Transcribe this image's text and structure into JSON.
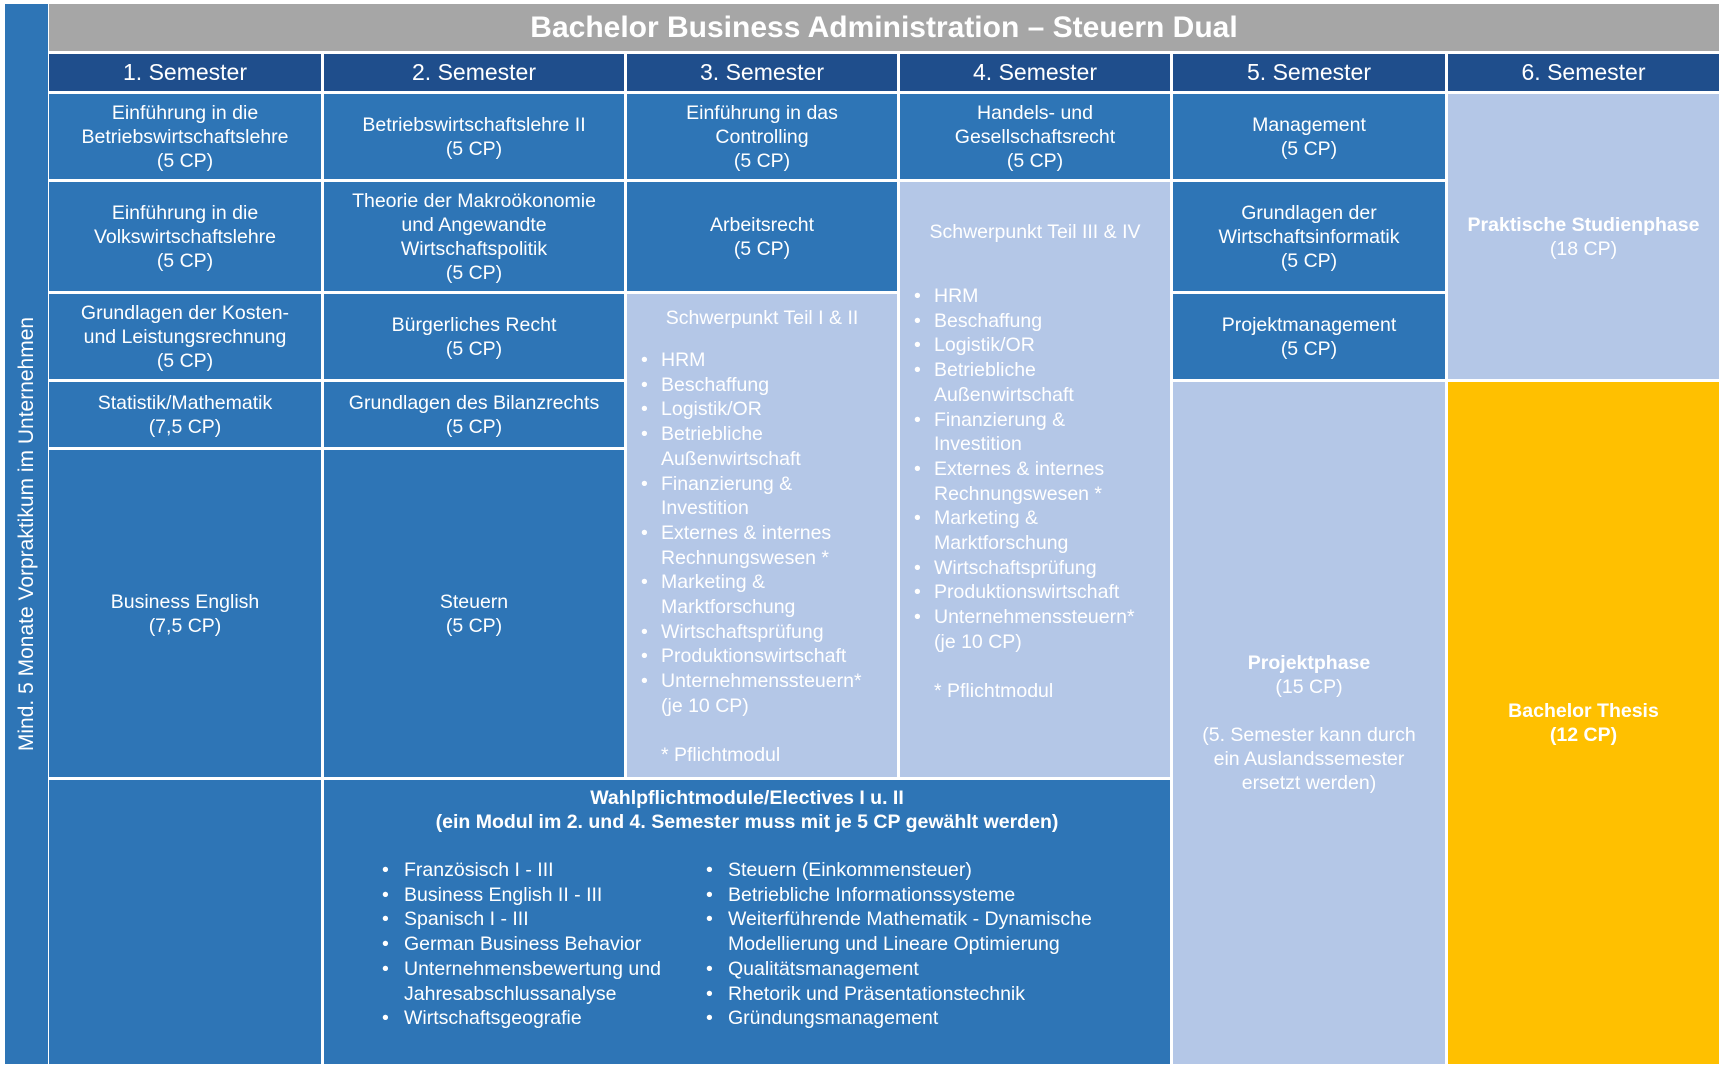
{
  "title": "Bachelor Business Administration – Steuern Dual",
  "sidebar_text": "Mind. 5 Monate Vorpraktikum im Unternehmen",
  "semesters": [
    "1. Semester",
    "2. Semester",
    "3. Semester",
    "4. Semester",
    "5. Semester",
    "6. Semester"
  ],
  "modules": {
    "s1_einfuehrung_bwl": "Einführung in die\nBetriebswirtschaftslehre\n(5 CP)",
    "s1_einfuehrung_vwl": "Einführung in die\nVolkswirtschaftslehre\n(5 CP)",
    "s1_kosten": "Grundlagen der Kosten-\nund Leistungsrechnung\n(5 CP)",
    "s1_statistik": "Statistik/Mathematik\n(7,5 CP)",
    "s1_english": "Business English\n(7,5 CP)",
    "s2_bwl2": "Betriebswirtschaftslehre II\n(5 CP)",
    "s2_makro": "Theorie der Makroökonomie\nund Angewandte\nWirtschaftspolitik\n(5 CP)",
    "s2_recht": "Bürgerliches Recht\n(5 CP)",
    "s2_bilanz": "Grundlagen des Bilanzrechts\n(5 CP)",
    "s2_steuern": "Steuern\n(5 CP)",
    "s3_controlling": "Einführung in das\nControlling\n(5 CP)",
    "s3_arbeitsrecht": "Arbeitsrecht\n(5 CP)",
    "s4_handelsrecht": "Handels- und\nGesellschaftsrecht\n(5 CP)",
    "s5_management": "Management\n(5 CP)",
    "s5_wirtschaftsinformatik": "Grundlagen der\nWirtschaftsinformatik\n(5 CP)",
    "s5_projektmanagement": "Projektmanagement\n(5 CP)"
  },
  "schwerpunkt_1": {
    "title": "Schwerpunkt Teil I & II",
    "items": [
      "HRM",
      "Beschaffung",
      "Logistik/OR",
      "Betriebliche\nAußenwirtschaft",
      "Finanzierung &\nInvestition",
      "Externes & internes\nRechnungswesen *",
      "Marketing &\nMarktforschung",
      "Wirtschaftsprüfung",
      "Produktionswirtschaft",
      "Unternehmenssteuern*\n(je 10 CP)"
    ],
    "note": "* Pflichtmodul"
  },
  "schwerpunkt_2": {
    "title": "Schwerpunkt Teil III & IV",
    "items": [
      "HRM",
      "Beschaffung",
      "Logistik/OR",
      "Betriebliche\nAußenwirtschaft",
      "Finanzierung &\nInvestition",
      "Externes & internes\nRechnungswesen *",
      "Marketing &\nMarktforschung",
      "Wirtschaftsprüfung",
      "Produktionswirtschaft",
      "Unternehmenssteuern*\n(je 10 CP)"
    ],
    "note": "* Pflichtmodul"
  },
  "praxis": {
    "title": "Praktische Studienphase",
    "cp": "(18 CP)"
  },
  "projekt": {
    "title": "Projektphase",
    "cp": "(15 CP)",
    "note": "(5. Semester kann durch\nein Auslandssemester\nersetzt werden)"
  },
  "thesis": {
    "title": "Bachelor Thesis",
    "cp": "(12 CP)"
  },
  "wahlpflicht": {
    "title": "Wahlpflichtmodule/Electives I u. II\n(ein Modul im 2. und 4. Semester muss mit je 5 CP gewählt werden)",
    "left": [
      "Französisch I - III",
      "Business English II - III",
      "Spanisch I - III",
      "German Business Behavior",
      "Unternehmensbewertung und\nJahresabschlussanalyse",
      "Wirtschaftsgeografie"
    ],
    "right": [
      "Steuern (Einkommensteuer)",
      "Betriebliche Informationssysteme",
      "Weiterführende Mathematik - Dynamische\nModellierung und Lineare Optimierung",
      "Qualitätsmanagement",
      "Rhetorik und Präsentationstechnik",
      "Gründungsmanagement"
    ]
  },
  "colors": {
    "cell_blue": "#2e75b6",
    "header_navy": "#1f4e8c",
    "light_blue": "#b4c7e7",
    "gold": "#ffc000",
    "title_gray": "#a6a6a6"
  }
}
